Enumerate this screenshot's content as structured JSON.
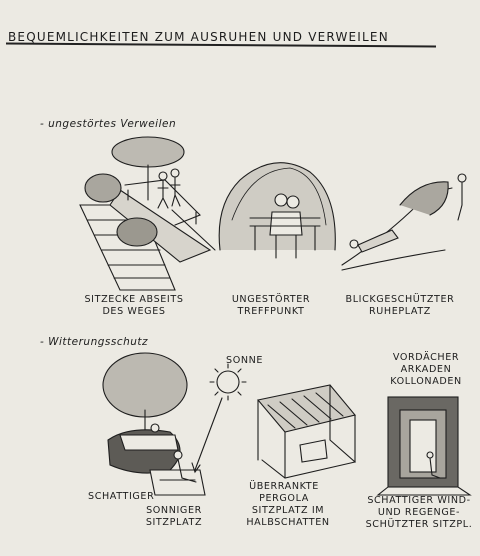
{
  "title": "BEQUEMLICHKEITEN ZUM AUSRUHEN UND VERWEILEN",
  "sections": [
    {
      "label": "- ungestörtes Verweilen",
      "captions": [
        "SITZECKE ABSEITS\nDES WEGES",
        "UNGESTÖRTER\nTREFFPUNKT",
        "BLICKGESCHÜTZTER\nRUHEPLATZ"
      ]
    },
    {
      "label": "- Witterungsschutz",
      "captions": [
        "SCHATTIGER",
        "SONNIGER\nSITZPLATZ",
        "ÜBERRANKTE\nPERGOLA",
        "SITZPLATZ IM\nHALBSCHATTEN",
        "SCHATTIGER WIND-\nUND REGENGE-\nSCHÜTZTER SITZPL."
      ]
    }
  ],
  "labels": {
    "sun": "SONNE",
    "vordacher": "VORDÄCHER\nARKADEN\nKOLLONADEN"
  }
}
